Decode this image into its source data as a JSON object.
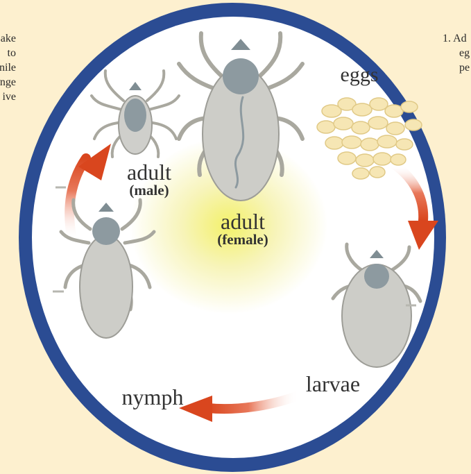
{
  "left_text_lines": [
    "ake",
    "to",
    "nile",
    "nge",
    "ive"
  ],
  "right_text_lines": [
    "1. Ad",
    "eg",
    "pe"
  ],
  "labels": {
    "adult_male": {
      "title": "adult",
      "sub": "(male)"
    },
    "adult_female": {
      "title": "adult",
      "sub": "(female)"
    },
    "eggs": "eggs",
    "larvae": "larvae",
    "nymph": "nymph"
  },
  "colors": {
    "background": "#fdf0cf",
    "ring": "#2b4c93",
    "arrow": "#d9461e",
    "tick": "#b7b7b0"
  }
}
